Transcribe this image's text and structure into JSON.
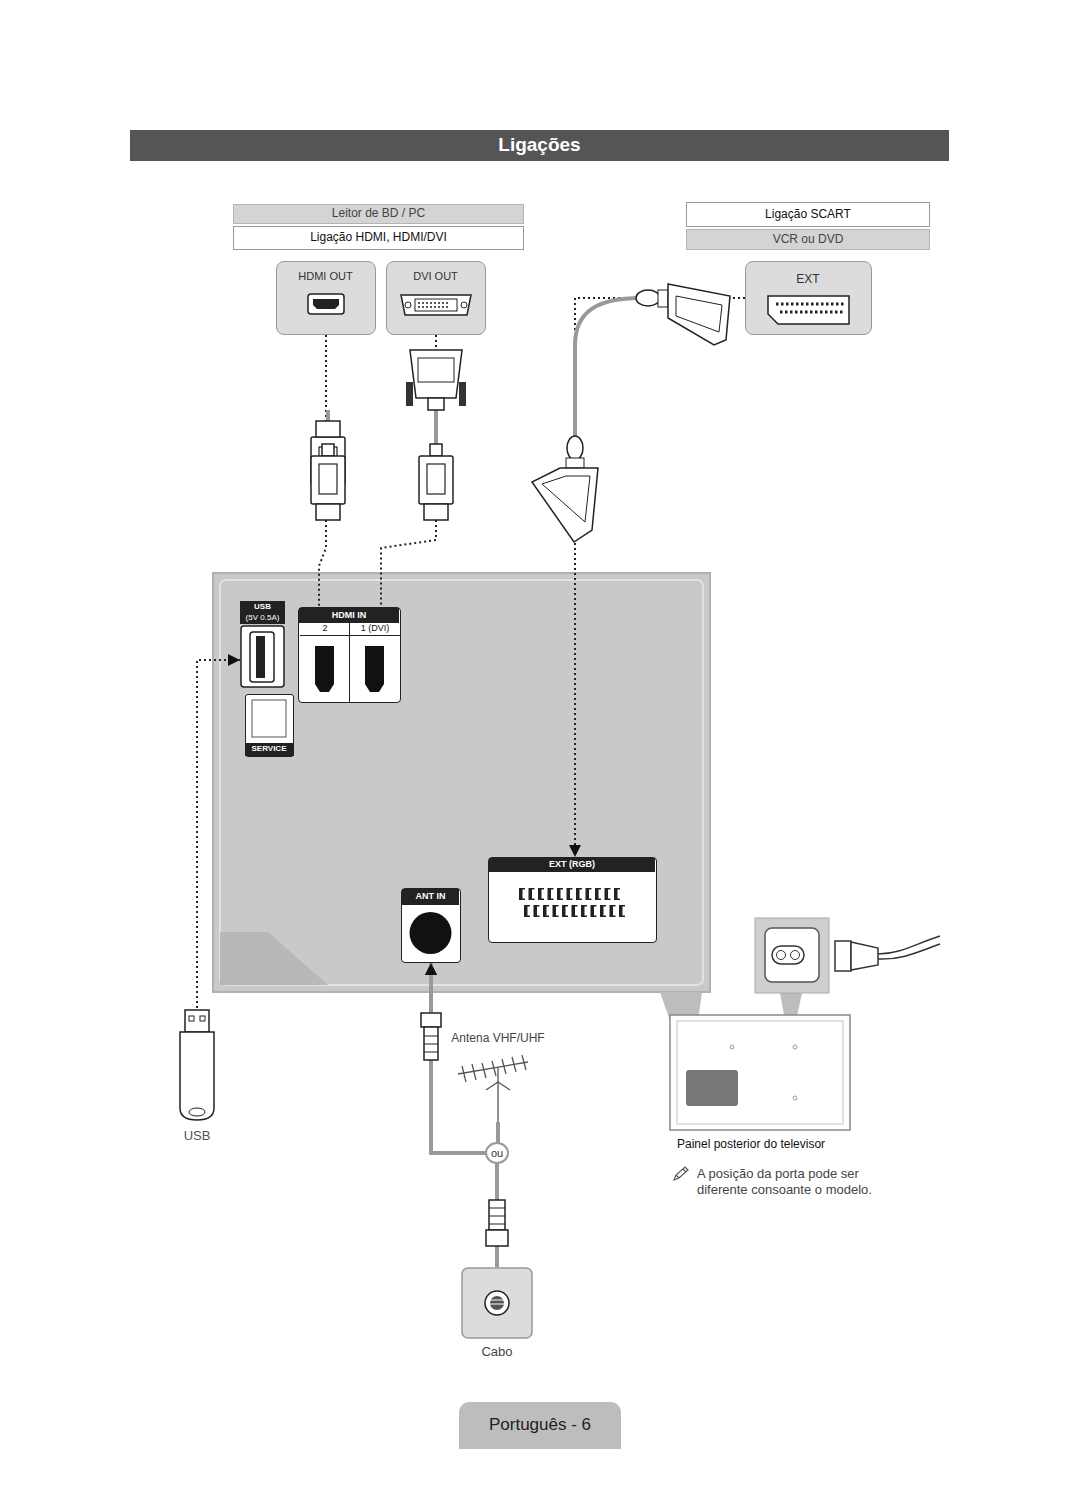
{
  "diagram": {
    "title": "Ligações",
    "nodes": [
      {
        "text": [
          "Leitor de BD / PC",
          "Ligação HDMI, HDMI/DVI"
        ]
      },
      {
        "text": [
          "HDMI OUT"
        ]
      },
      {
        "text": [
          "DVI OUT"
        ]
      },
      {
        "text": [
          "Ligação SCART",
          "VCR ou DVD"
        ]
      },
      {
        "text": [
          "EXT"
        ]
      },
      {
        "text": [
          "USB",
          "(5V 0.5A)"
        ]
      },
      {
        "text": [
          "HDMI IN"
        ]
      },
      {
        "text": [
          "2"
        ],
        "in": 6
      },
      {
        "text": [
          "1 (DVI)"
        ],
        "in": 6
      },
      {
        "text": [
          "SERVICE"
        ]
      },
      {
        "text": [
          "EXT (RGB)"
        ]
      },
      {
        "text": [
          "ANT IN"
        ]
      },
      {
        "text": [
          "USB"
        ]
      },
      {
        "text": [
          "Antena VHF/UHF"
        ]
      },
      {
        "text": [
          "Cabo"
        ]
      }
    ],
    "edges": [
      {
        "from": 1,
        "to": 7,
        "arrow": "to"
      },
      {
        "from": 2,
        "to": 8,
        "arrow": "to"
      },
      {
        "from": 4,
        "to": 10,
        "arrow": "to"
      },
      {
        "from": 12,
        "to": 5,
        "arrow": "to"
      },
      {
        "from": 13,
        "to": 11,
        "arrow": "to"
      },
      {
        "from": 14,
        "to": 11,
        "arrow": "to"
      }
    ],
    "labels": [
      "ou",
      "Painel posterior do televisor",
      "A posição da porta pode ser diferente consoante o modelo.",
      "Português - 6"
    ]
  }
}
